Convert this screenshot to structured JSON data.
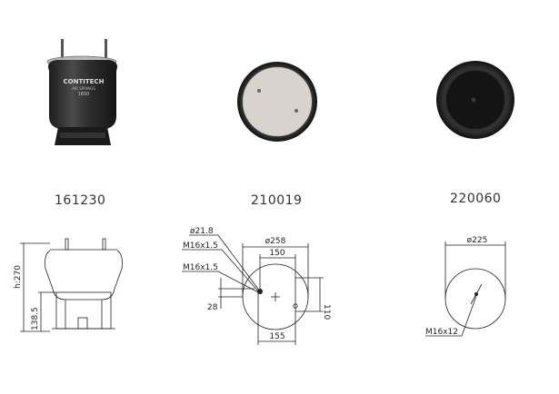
{
  "parts": [
    {
      "code": "161230"
    },
    {
      "code": "210019"
    },
    {
      "code": "220060"
    }
  ],
  "drawings": {
    "a": {
      "height": "h:270",
      "lower": "138.5"
    },
    "b": {
      "bolt_dia": "ø21.8",
      "thread1": "M16x1.5",
      "thread2": "M16x1.5",
      "dia": "ø258",
      "top_span": "150",
      "right_span": "110",
      "small": "28",
      "bottom_span": "155"
    },
    "c": {
      "dia": "ø225",
      "thread": "M16x12"
    }
  },
  "product_text": {
    "brand": "CONTITECH",
    "line1": "AIR SPRINGS",
    "line2": "1650"
  },
  "colors": {
    "rubber": "#2a2a2a",
    "plate": "#d9d5cf",
    "line": "#222222"
  }
}
